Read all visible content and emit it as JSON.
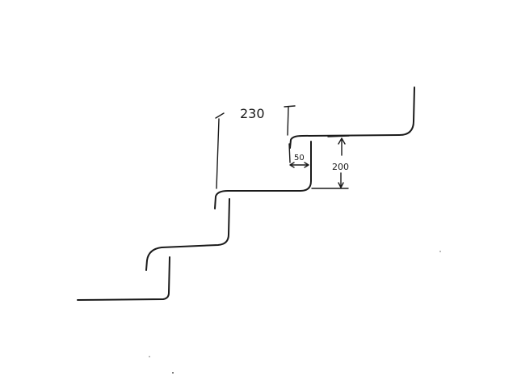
{
  "diagram": {
    "dimension_labels": {
      "run_length": "230",
      "nosing_overhang": "50",
      "riser_height": "200"
    }
  }
}
